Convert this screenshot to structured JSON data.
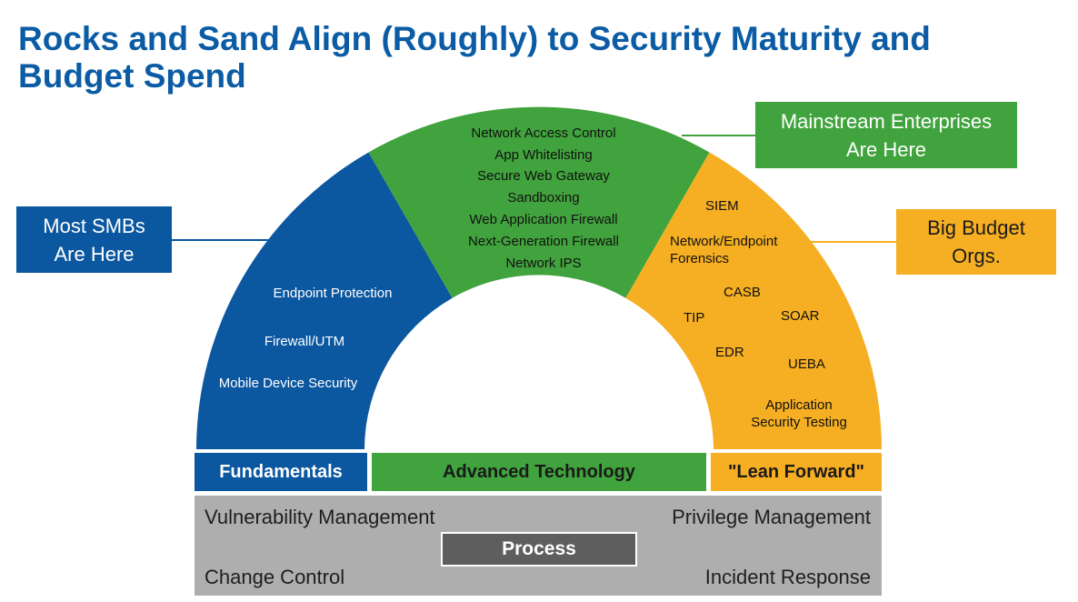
{
  "title": {
    "line1": "Rocks and Sand Align (Roughly) to Security Maturity and",
    "line2": "Budget Spend"
  },
  "colors": {
    "title": "#0B5CA5",
    "fundamentals": "#0B57A0",
    "advanced": "#41A33D",
    "lean_forward": "#F6AF22",
    "process_bar": "#AEAEAE",
    "process_box": "#5E5E5E"
  },
  "callouts": {
    "smb": {
      "line1": "Most SMBs",
      "line2": "Are Here"
    },
    "mainstream": {
      "line1": "Mainstream Enterprises",
      "line2": "Are Here"
    },
    "big_budget": {
      "line1": "Big Budget",
      "line2": "Orgs."
    }
  },
  "segments": {
    "fundamentals": {
      "label": "Fundamentals",
      "items": [
        "Endpoint Protection",
        "Firewall/UTM",
        "Mobile Device Security"
      ]
    },
    "advanced": {
      "label": "Advanced Technology",
      "items": [
        "Network Access Control",
        "App Whitelisting",
        "Secure Web Gateway",
        "Sandboxing",
        "Web Application Firewall",
        "Next-Generation Firewall",
        "Network IPS"
      ]
    },
    "lean_forward": {
      "label": "\"Lean Forward\"",
      "items": {
        "siem": "SIEM",
        "forensics_line1": "Network/Endpoint",
        "forensics_line2": "Forensics",
        "casb": "CASB",
        "tip": "TIP",
        "soar": "SOAR",
        "edr": "EDR",
        "ueba": "UEBA",
        "ast_line1": "Application",
        "ast_line2": "Security Testing"
      }
    }
  },
  "process": {
    "label": "Process",
    "top_left": "Vulnerability Management",
    "top_right": "Privilege Management",
    "bottom_left": "Change Control",
    "bottom_right": "Incident Response"
  }
}
